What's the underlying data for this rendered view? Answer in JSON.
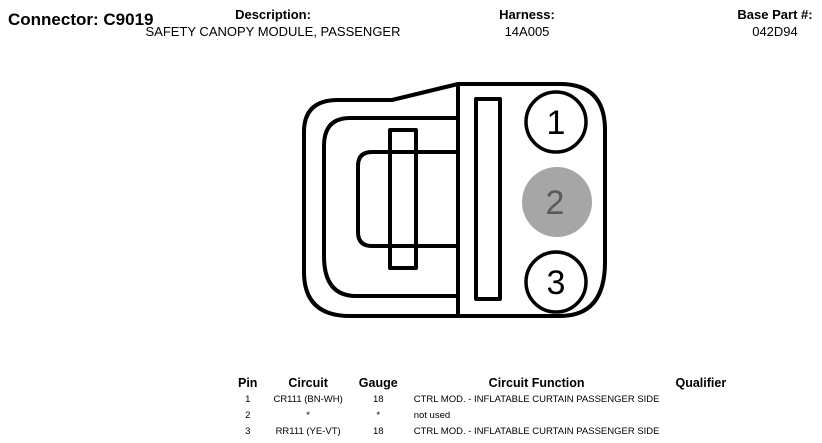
{
  "header": {
    "connector_label": "Connector: C9019",
    "description_label": "Description:",
    "description_value": "SAFETY CANOPY MODULE, PASSENGER",
    "harness_label": "Harness:",
    "harness_value": "14A005",
    "base_part_label": "Base Part #:",
    "base_part_value": "042D94"
  },
  "diagram": {
    "pins": [
      {
        "number": "1",
        "used": true
      },
      {
        "number": "2",
        "used": false
      },
      {
        "number": "3",
        "used": true
      }
    ],
    "colors": {
      "unused_pin_fill": "#a6a6a6",
      "unused_pin_text": "#595959",
      "outline": "#000000"
    }
  },
  "table": {
    "headers": {
      "pin": "Pin",
      "circuit": "Circuit",
      "gauge": "Gauge",
      "function": "Circuit Function",
      "qualifier": "Qualifier"
    },
    "rows": [
      {
        "pin": "1",
        "circuit": "CR111 (BN-WH)",
        "gauge": "18",
        "function": "CTRL MOD. - INFLATABLE CURTAIN PASSENGER SIDE",
        "qualifier": ""
      },
      {
        "pin": "2",
        "circuit": "*",
        "gauge": "*",
        "function": "not used",
        "qualifier": ""
      },
      {
        "pin": "3",
        "circuit": "RR111 (YE-VT)",
        "gauge": "18",
        "function": "CTRL MOD. - INFLATABLE CURTAIN PASSENGER SIDE",
        "qualifier": ""
      }
    ]
  }
}
